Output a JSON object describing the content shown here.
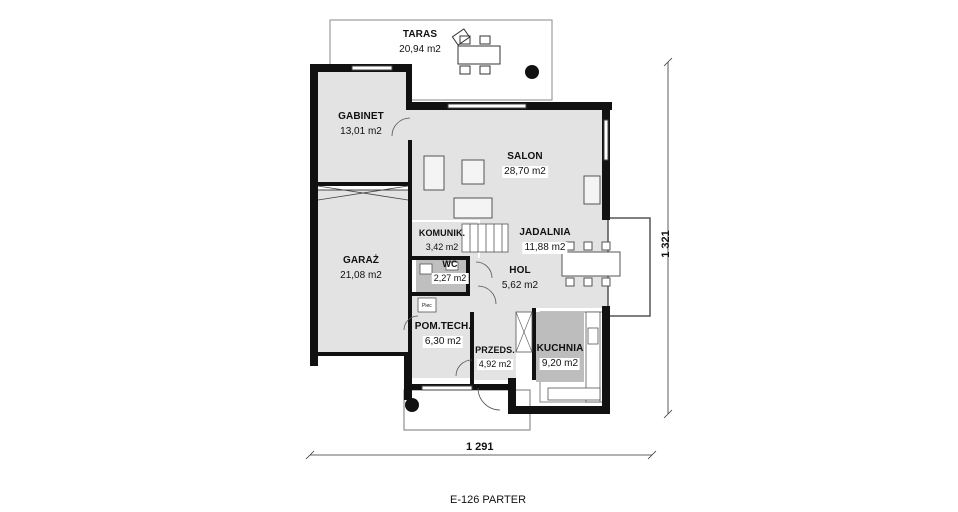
{
  "plan": {
    "title": "E-126 PARTER",
    "width_dimension": "1 291",
    "height_dimension": "1 321"
  },
  "rooms": [
    {
      "id": "taras",
      "name": "TARAS",
      "area": "20,94 m2"
    },
    {
      "id": "gabinet",
      "name": "GABINET",
      "area": "13,01 m2"
    },
    {
      "id": "salon",
      "name": "SALON",
      "area": "28,70 m2"
    },
    {
      "id": "garaz",
      "name": "GARAŻ",
      "area": "21,08 m2"
    },
    {
      "id": "komunik",
      "name": "KOMUNIK.",
      "area": "3,42 m2"
    },
    {
      "id": "jadalnia",
      "name": "JADALNIA",
      "area": "11,88 m2"
    },
    {
      "id": "wc",
      "name": "WC",
      "area": "2,27 m2"
    },
    {
      "id": "hol",
      "name": "HOL",
      "area": "5,62 m2"
    },
    {
      "id": "pom_tech",
      "name": "POM.TECH.",
      "area": "6,30 m2"
    },
    {
      "id": "przeds",
      "name": "PRZEDS.",
      "area": "4,92 m2"
    },
    {
      "id": "kuchnia",
      "name": "KUCHNIA",
      "area": "9,20 m2"
    }
  ],
  "fixtures": {
    "boiler_label": "Piec"
  }
}
